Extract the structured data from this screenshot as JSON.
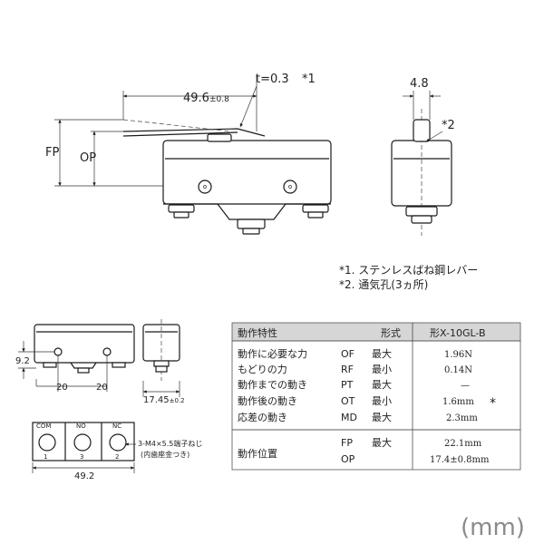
{
  "top_view": {
    "dim_t": "t=0.3",
    "note_mark_1": "*1",
    "dim_length_main": "49.6",
    "dim_length_tol": "±0.8",
    "fp_label": "FP",
    "op_label": "OP"
  },
  "side_view": {
    "dim_width": "4.8",
    "note_mark_2": "*2"
  },
  "notes": [
    "*1. ステンレスばね鋼レバー",
    "*2. 通気孔(3ヵ所)"
  ],
  "mount_view": {
    "dim_height": "9.2",
    "dim_pitch_a": "20",
    "dim_pitch_b": "20",
    "dim_depth_main": "17.45",
    "dim_depth_tol": "±0.2",
    "dim_total_width": "49.2",
    "terminals": [
      {
        "name": "COM",
        "number": "1"
      },
      {
        "name": "NO",
        "number": "3"
      },
      {
        "name": "NC",
        "number": "2"
      }
    ],
    "screw_note_line1": "3-M4×5.5端子ねじ",
    "screw_note_line2": "(内歯座金つき)"
  },
  "spec_table": {
    "header_col1": "動作特性",
    "header_col2": "形式",
    "header_col3": "形X-10GL-B",
    "rows": [
      {
        "name": "動作に必要な力",
        "code": "OF",
        "limit": "最大",
        "value": "1.96N",
        "mark": ""
      },
      {
        "name": "もどりの力",
        "code": "RF",
        "limit": "最小",
        "value": "0.14N",
        "mark": ""
      },
      {
        "name": "動作までの動き",
        "code": "PT",
        "limit": "最大",
        "value": "—",
        "mark": ""
      },
      {
        "name": "動作後の動き",
        "code": "OT",
        "limit": "最小",
        "value": "1.6mm",
        "mark": "*"
      },
      {
        "name": "応差の動き",
        "code": "MD",
        "limit": "最大",
        "value": "2.3mm",
        "mark": ""
      }
    ],
    "position_label": "動作位置",
    "position_rows": [
      {
        "code": "FP",
        "limit": "最大",
        "value": "22.1mm"
      },
      {
        "code": "OP",
        "limit": "",
        "value": "17.4±0.8mm"
      }
    ]
  },
  "unit_label": "(mm)"
}
